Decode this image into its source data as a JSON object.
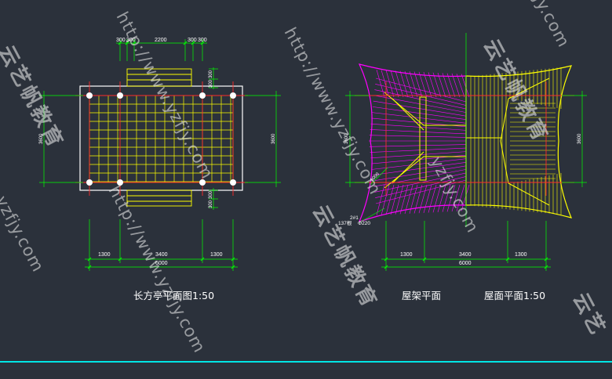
{
  "drawings": {
    "plan": {
      "title": "长方亭平面图1:50",
      "top_dims": [
        "300",
        "300",
        "2200",
        "300",
        "300"
      ],
      "bottom_dims": [
        "1300",
        "3400",
        "1300"
      ],
      "bottom_total": "6000",
      "left_dim": "3600",
      "right_dim": "3600",
      "upper_stack_dims": [
        "300",
        "300"
      ],
      "lower_stack_dims": [
        "300",
        "300"
      ]
    },
    "roof_frame": {
      "title": "屋架平面",
      "left_dim": "3600",
      "diag_dim": "1000",
      "callout_1": "2#1",
      "callout_2": "137根",
      "callout_3": "Φ220"
    },
    "roof_surface": {
      "title": "屋面平面1:50",
      "right_dim": "3600"
    },
    "roof_shared": {
      "bottom_dims": [
        "1300",
        "3400",
        "1300"
      ],
      "bottom_total": "6000"
    }
  },
  "watermark": {
    "url_text": "http://www.yzfjy.com",
    "url_short": "yzfjy.com",
    "brand_text": "云艺帆教育",
    "brand_short": "云艺"
  },
  "colors": {
    "background": "#2b313b",
    "frame": "#ffffff",
    "grid": "#ffff00",
    "axis": "#ff2a2a",
    "dimension": "#00ff00",
    "rafter": "#ff00ff",
    "bottom_line": "#00ffff"
  }
}
